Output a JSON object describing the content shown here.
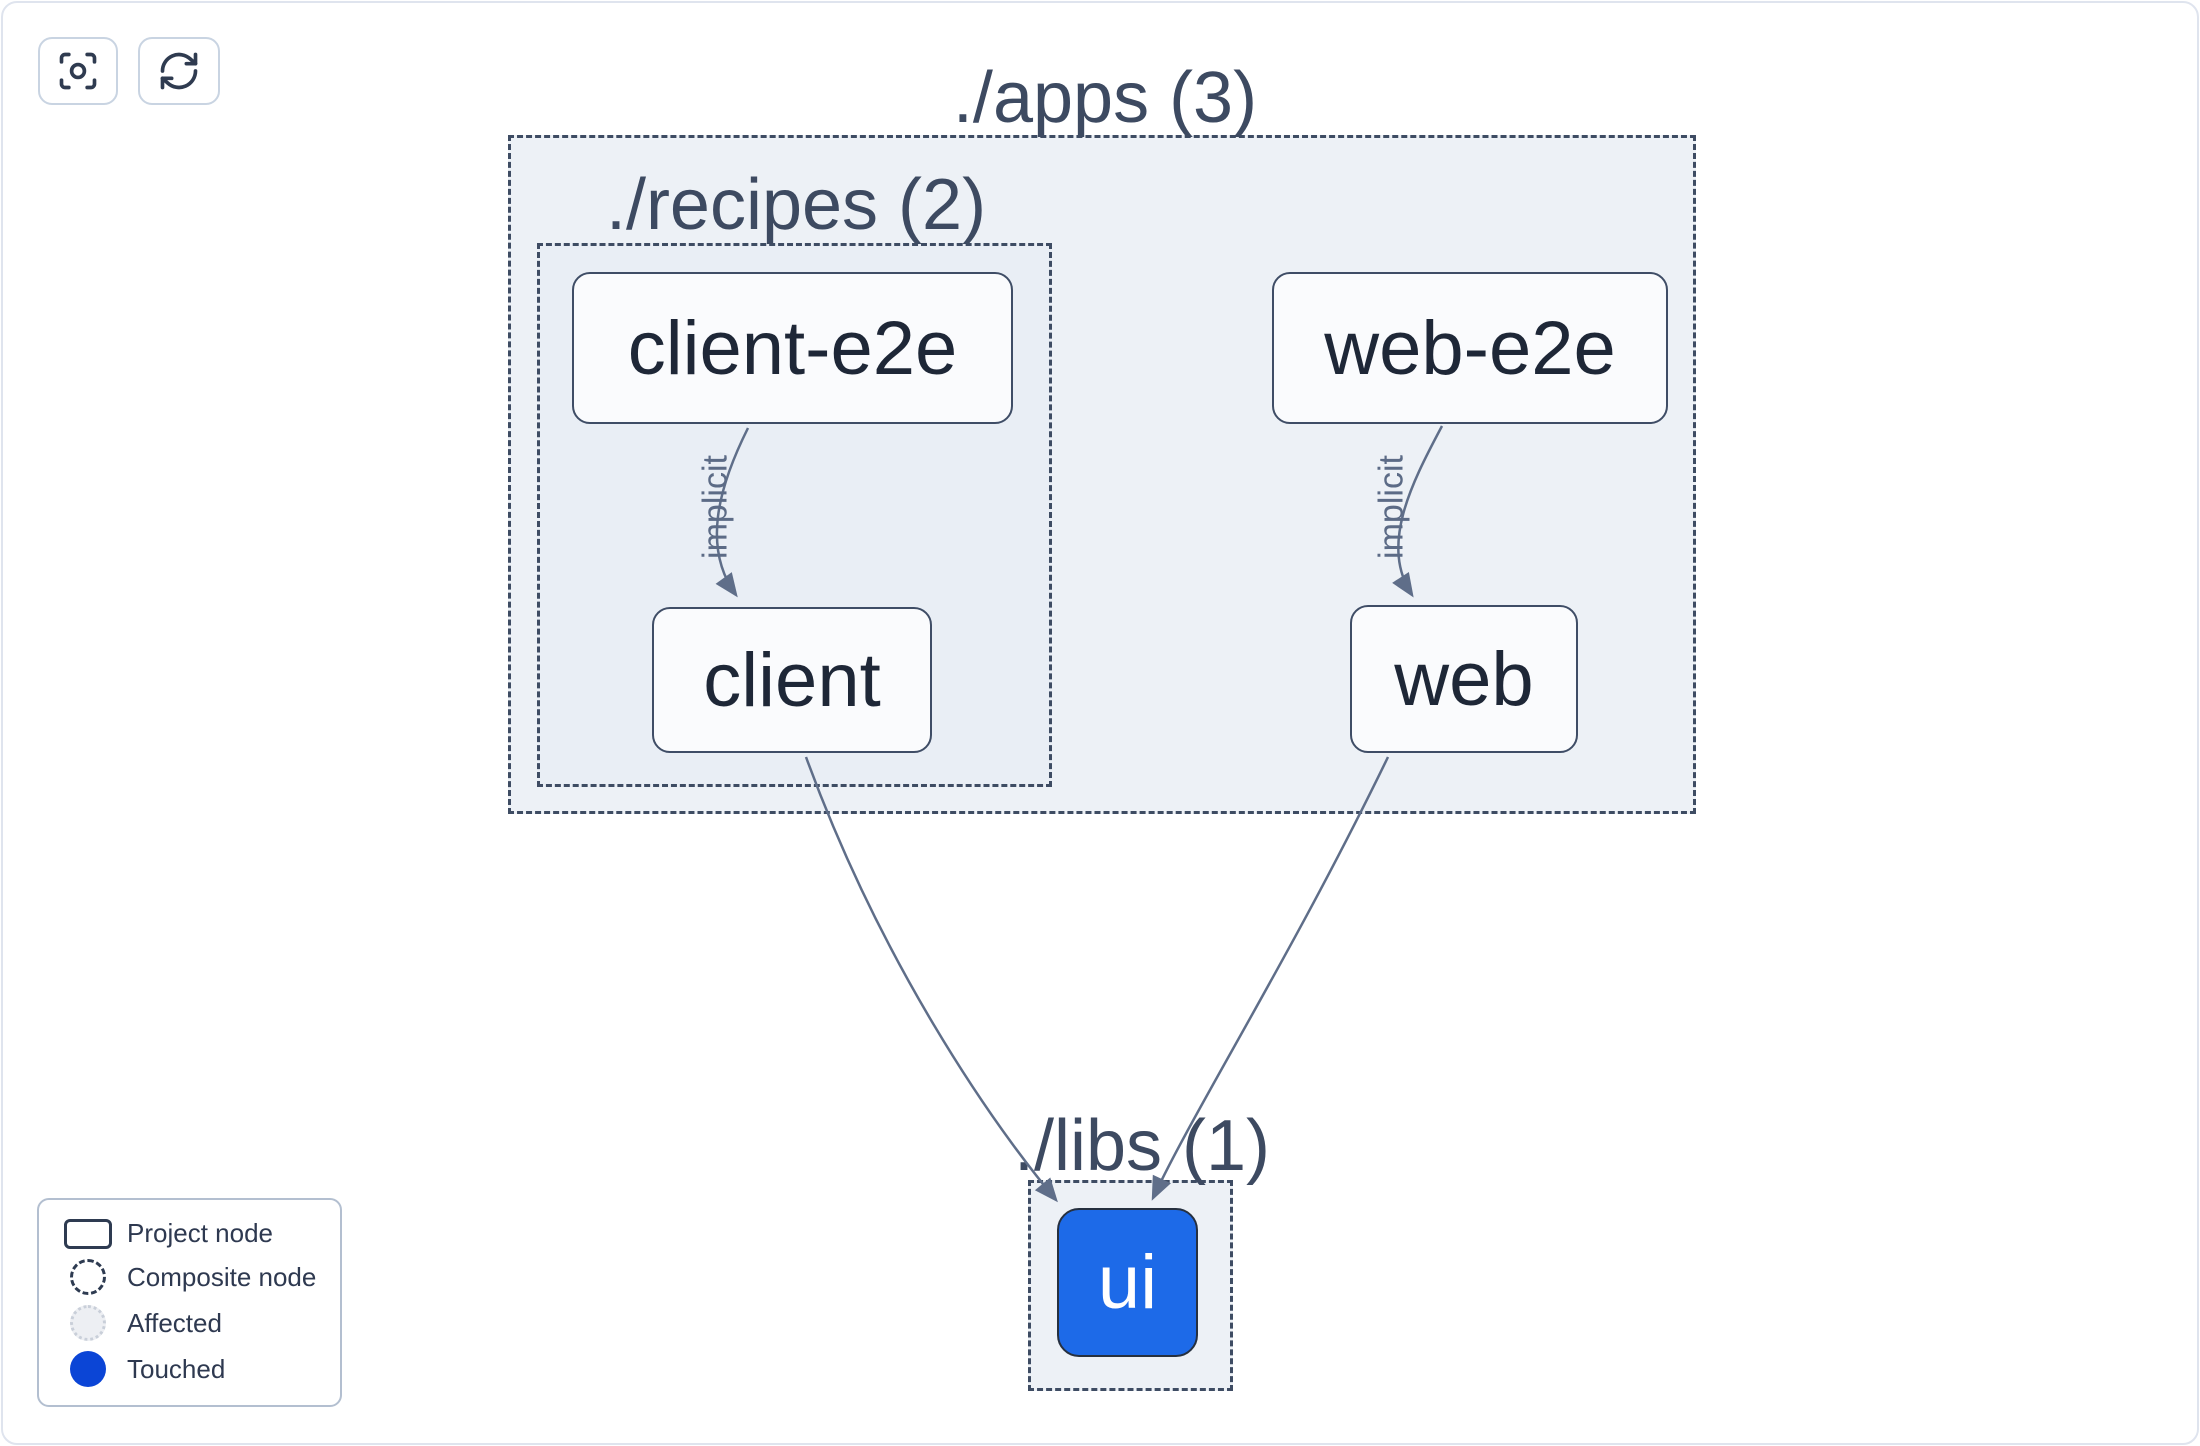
{
  "toolbar": {
    "focus_button": {
      "icon": "focus-icon"
    },
    "refresh_button": {
      "icon": "refresh-icon"
    }
  },
  "graph": {
    "containers": {
      "apps": {
        "label": "./apps (3)"
      },
      "recipes": {
        "label": "./recipes (2)"
      },
      "libs": {
        "label": "./libs (1)"
      }
    },
    "nodes": {
      "client_e2e": {
        "label": "client-e2e",
        "type": "project",
        "state": "normal"
      },
      "web_e2e": {
        "label": "web-e2e",
        "type": "project",
        "state": "normal"
      },
      "client": {
        "label": "client",
        "type": "project",
        "state": "normal"
      },
      "web": {
        "label": "web",
        "type": "project",
        "state": "normal"
      },
      "ui": {
        "label": "ui",
        "type": "project",
        "state": "touched"
      }
    },
    "edges": {
      "client_e2e_to_client": {
        "from": "client-e2e",
        "to": "client",
        "label": "implicit"
      },
      "web_e2e_to_web": {
        "from": "web-e2e",
        "to": "web",
        "label": "implicit"
      },
      "client_to_ui": {
        "from": "client",
        "to": "ui",
        "label": ""
      },
      "web_to_ui": {
        "from": "web",
        "to": "ui",
        "label": ""
      }
    }
  },
  "legend": {
    "items": [
      {
        "swatch": "project-node",
        "label": "Project node"
      },
      {
        "swatch": "composite-node",
        "label": "Composite node"
      },
      {
        "swatch": "affected",
        "label": "Affected"
      },
      {
        "swatch": "touched",
        "label": "Touched"
      }
    ]
  },
  "colors": {
    "touched_node_fill": "#1d6ae8",
    "legend_touched_fill": "#0b45d6",
    "edge_stroke": "#5f6e89",
    "container_fill": "#edf1f6",
    "dashed_border": "#3e4c63",
    "node_border": "#3f4d66",
    "node_text": "#1e2737",
    "container_label_text": "#3d4a61"
  }
}
